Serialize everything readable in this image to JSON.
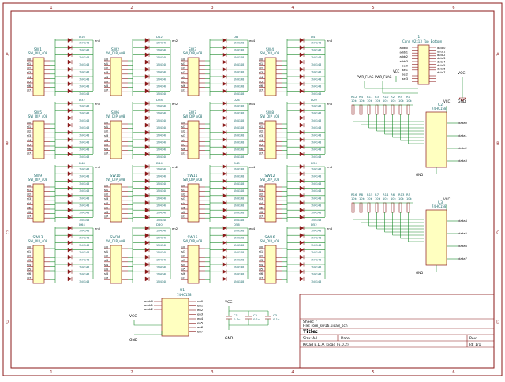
{
  "frame": {
    "col_labels": [
      "1",
      "2",
      "3",
      "4",
      "5",
      "6"
    ],
    "row_labels": [
      "A",
      "B",
      "C",
      "D"
    ]
  },
  "switches": [
    "SW1",
    "SW2",
    "SW3",
    "SW4",
    "SW5",
    "SW6",
    "SW7",
    "SW8",
    "SW9",
    "SW10",
    "SW11",
    "SW12",
    "SW13",
    "SW14",
    "SW15",
    "SW16"
  ],
  "switch_value": "SW_DIP_x08",
  "diode_value": "1N4148",
  "diode_refs": [
    "D16",
    "D12",
    "D8",
    "D4",
    "D32",
    "D28",
    "D24",
    "D20",
    "D48",
    "D44",
    "D40",
    "D36",
    "D64",
    "D60",
    "D56",
    "D52"
  ],
  "row_nets": [
    "en0",
    "en1",
    "en2",
    "en3",
    "en4",
    "en5",
    "en6",
    "en7"
  ],
  "sel_nets": [
    "sl0",
    "sl1",
    "sl2",
    "sl3",
    "sl4",
    "sl5",
    "sl6",
    "sl7"
  ],
  "connector": {
    "ref": "J1",
    "value": "Conn_02x13_Top_Bottom",
    "left_pins": [
      "addr0",
      "addr1",
      "addr2",
      "addr3",
      "sel0",
      "sel1",
      "sel2",
      "sel3"
    ],
    "right_pins": [
      "data0",
      "data1",
      "data2",
      "data3",
      "data4",
      "data5",
      "data6",
      "data7"
    ],
    "vcc": "VCC",
    "gnd": "GND"
  },
  "pwr_flags": [
    "PWR_FLAG",
    "PWR_FLAG"
  ],
  "resistor_block_1": {
    "refs": [
      "R12",
      "R4",
      "R11",
      "R3",
      "R10",
      "R2",
      "R9",
      "R1"
    ],
    "value": "10k"
  },
  "resistor_block_2": {
    "refs": [
      "R16",
      "R8",
      "R15",
      "R7",
      "R14",
      "R6",
      "R13",
      "R5"
    ],
    "value": "10k"
  },
  "mux_1": {
    "ref": "U2",
    "value": "74HC158",
    "outputs": [
      "data0",
      "data1",
      "data2",
      "data3"
    ],
    "vcc": "VCC",
    "gnd": "GND"
  },
  "mux_2": {
    "ref": "U3",
    "value": "74HC158",
    "outputs": [
      "data4",
      "data5",
      "data6",
      "data7"
    ],
    "vcc": "VCC",
    "gnd": "GND"
  },
  "decoder": {
    "ref": "U1",
    "value": "74HC138",
    "inputs": [
      "addr0",
      "addr1",
      "addr2"
    ],
    "outputs": [
      "en0",
      "en1",
      "en2",
      "en3",
      "en4",
      "en5",
      "en6",
      "en7"
    ],
    "vcc": "VCC",
    "gnd": "GND"
  },
  "capacitors": {
    "refs": [
      "C1",
      "C2",
      "C3"
    ],
    "values": [
      "0.1u",
      "0.1u",
      "0.1u"
    ],
    "vcc": "VCC",
    "gnd": "GND"
  },
  "title_block": {
    "sheet": "Sheet: /",
    "file": "File: rom_sw16.kicad_sch",
    "title_label": "Title:",
    "size": "Size: A4",
    "date": "Date:",
    "rev": "Rev:",
    "tool": "KiCad E.D.A.  kicad (6.0.2)",
    "id": "Id: 1/1"
  },
  "colors": {
    "border": "#8b1a1a",
    "wire": "#1a8a2a",
    "component": "#8b1a1a",
    "body_fill": "#ffffc0",
    "ref_text": "#1a6a6a",
    "net_label": "#000000"
  }
}
